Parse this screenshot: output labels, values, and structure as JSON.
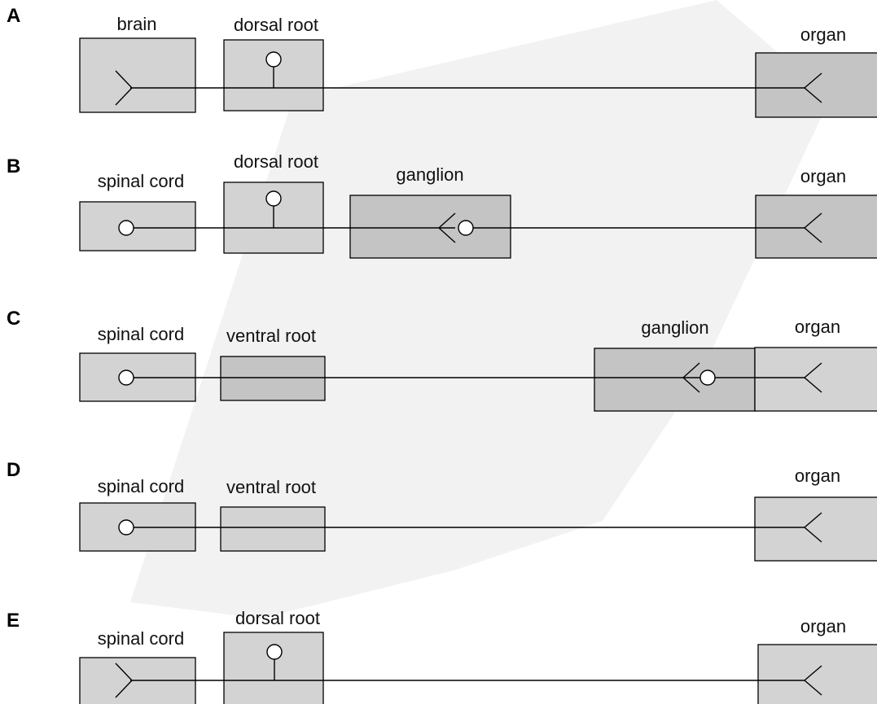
{
  "options": [
    {
      "letter": "A",
      "labels": {
        "box1": "brain",
        "box2": "dorsal root",
        "organ": "organ"
      }
    },
    {
      "letter": "B",
      "labels": {
        "box1": "spinal cord",
        "box2": "dorsal root",
        "ganglion": "ganglion",
        "organ": "organ"
      }
    },
    {
      "letter": "C",
      "labels": {
        "box1": "spinal cord",
        "box2": "ventral root",
        "ganglion": "ganglion",
        "organ": "organ"
      }
    },
    {
      "letter": "D",
      "labels": {
        "box1": "spinal cord",
        "box2": "ventral root",
        "organ": "organ"
      }
    },
    {
      "letter": "E",
      "labels": {
        "box1": "spinal cord",
        "box2": "dorsal root",
        "organ": "organ"
      }
    }
  ],
  "colors": {
    "box": "#d3d3d3",
    "box_dark": "#c4c4c4",
    "line": "#000000",
    "soma": "#ffffff"
  },
  "icons": {
    "soma": "circle",
    "synapse": "chevron"
  }
}
